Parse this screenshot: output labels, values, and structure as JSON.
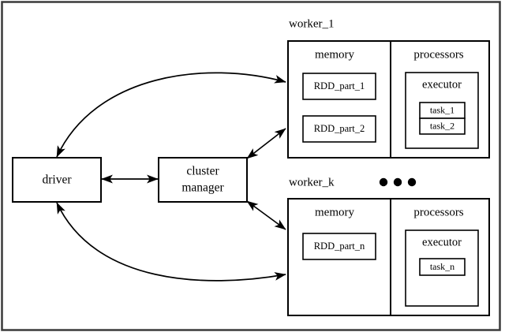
{
  "diagram": {
    "title": "spark-cluster-architecture",
    "colors": {
      "background": "#ffffff",
      "stroke": "#000000",
      "frame": "#3a3a3a"
    },
    "nodes": {
      "driver": "driver",
      "cluster_manager_line1": "cluster",
      "cluster_manager_line2": "manager"
    },
    "workers": [
      {
        "label": "worker_1",
        "memory": {
          "title": "memory",
          "partitions": [
            "RDD_part_1",
            "RDD_part_2"
          ]
        },
        "processors": {
          "title": "processors",
          "executor": {
            "title": "executor",
            "tasks": [
              "task_1",
              "task_2"
            ]
          }
        }
      },
      {
        "label": "worker_k",
        "memory": {
          "title": "memory",
          "partitions": [
            "RDD_part_n"
          ]
        },
        "processors": {
          "title": "processors",
          "executor": {
            "title": "executor",
            "tasks": [
              "task_n"
            ]
          }
        }
      }
    ],
    "ellipsis": "• • •",
    "edges": [
      {
        "name": "driver-cluster-manager",
        "kind": "double-arrow-straight"
      },
      {
        "name": "driver-worker-1",
        "kind": "double-arrow-curved"
      },
      {
        "name": "driver-worker-k",
        "kind": "double-arrow-curved"
      },
      {
        "name": "cluster-manager-worker-1",
        "kind": "double-arrow-straight"
      },
      {
        "name": "cluster-manager-worker-k",
        "kind": "double-arrow-straight"
      }
    ]
  }
}
